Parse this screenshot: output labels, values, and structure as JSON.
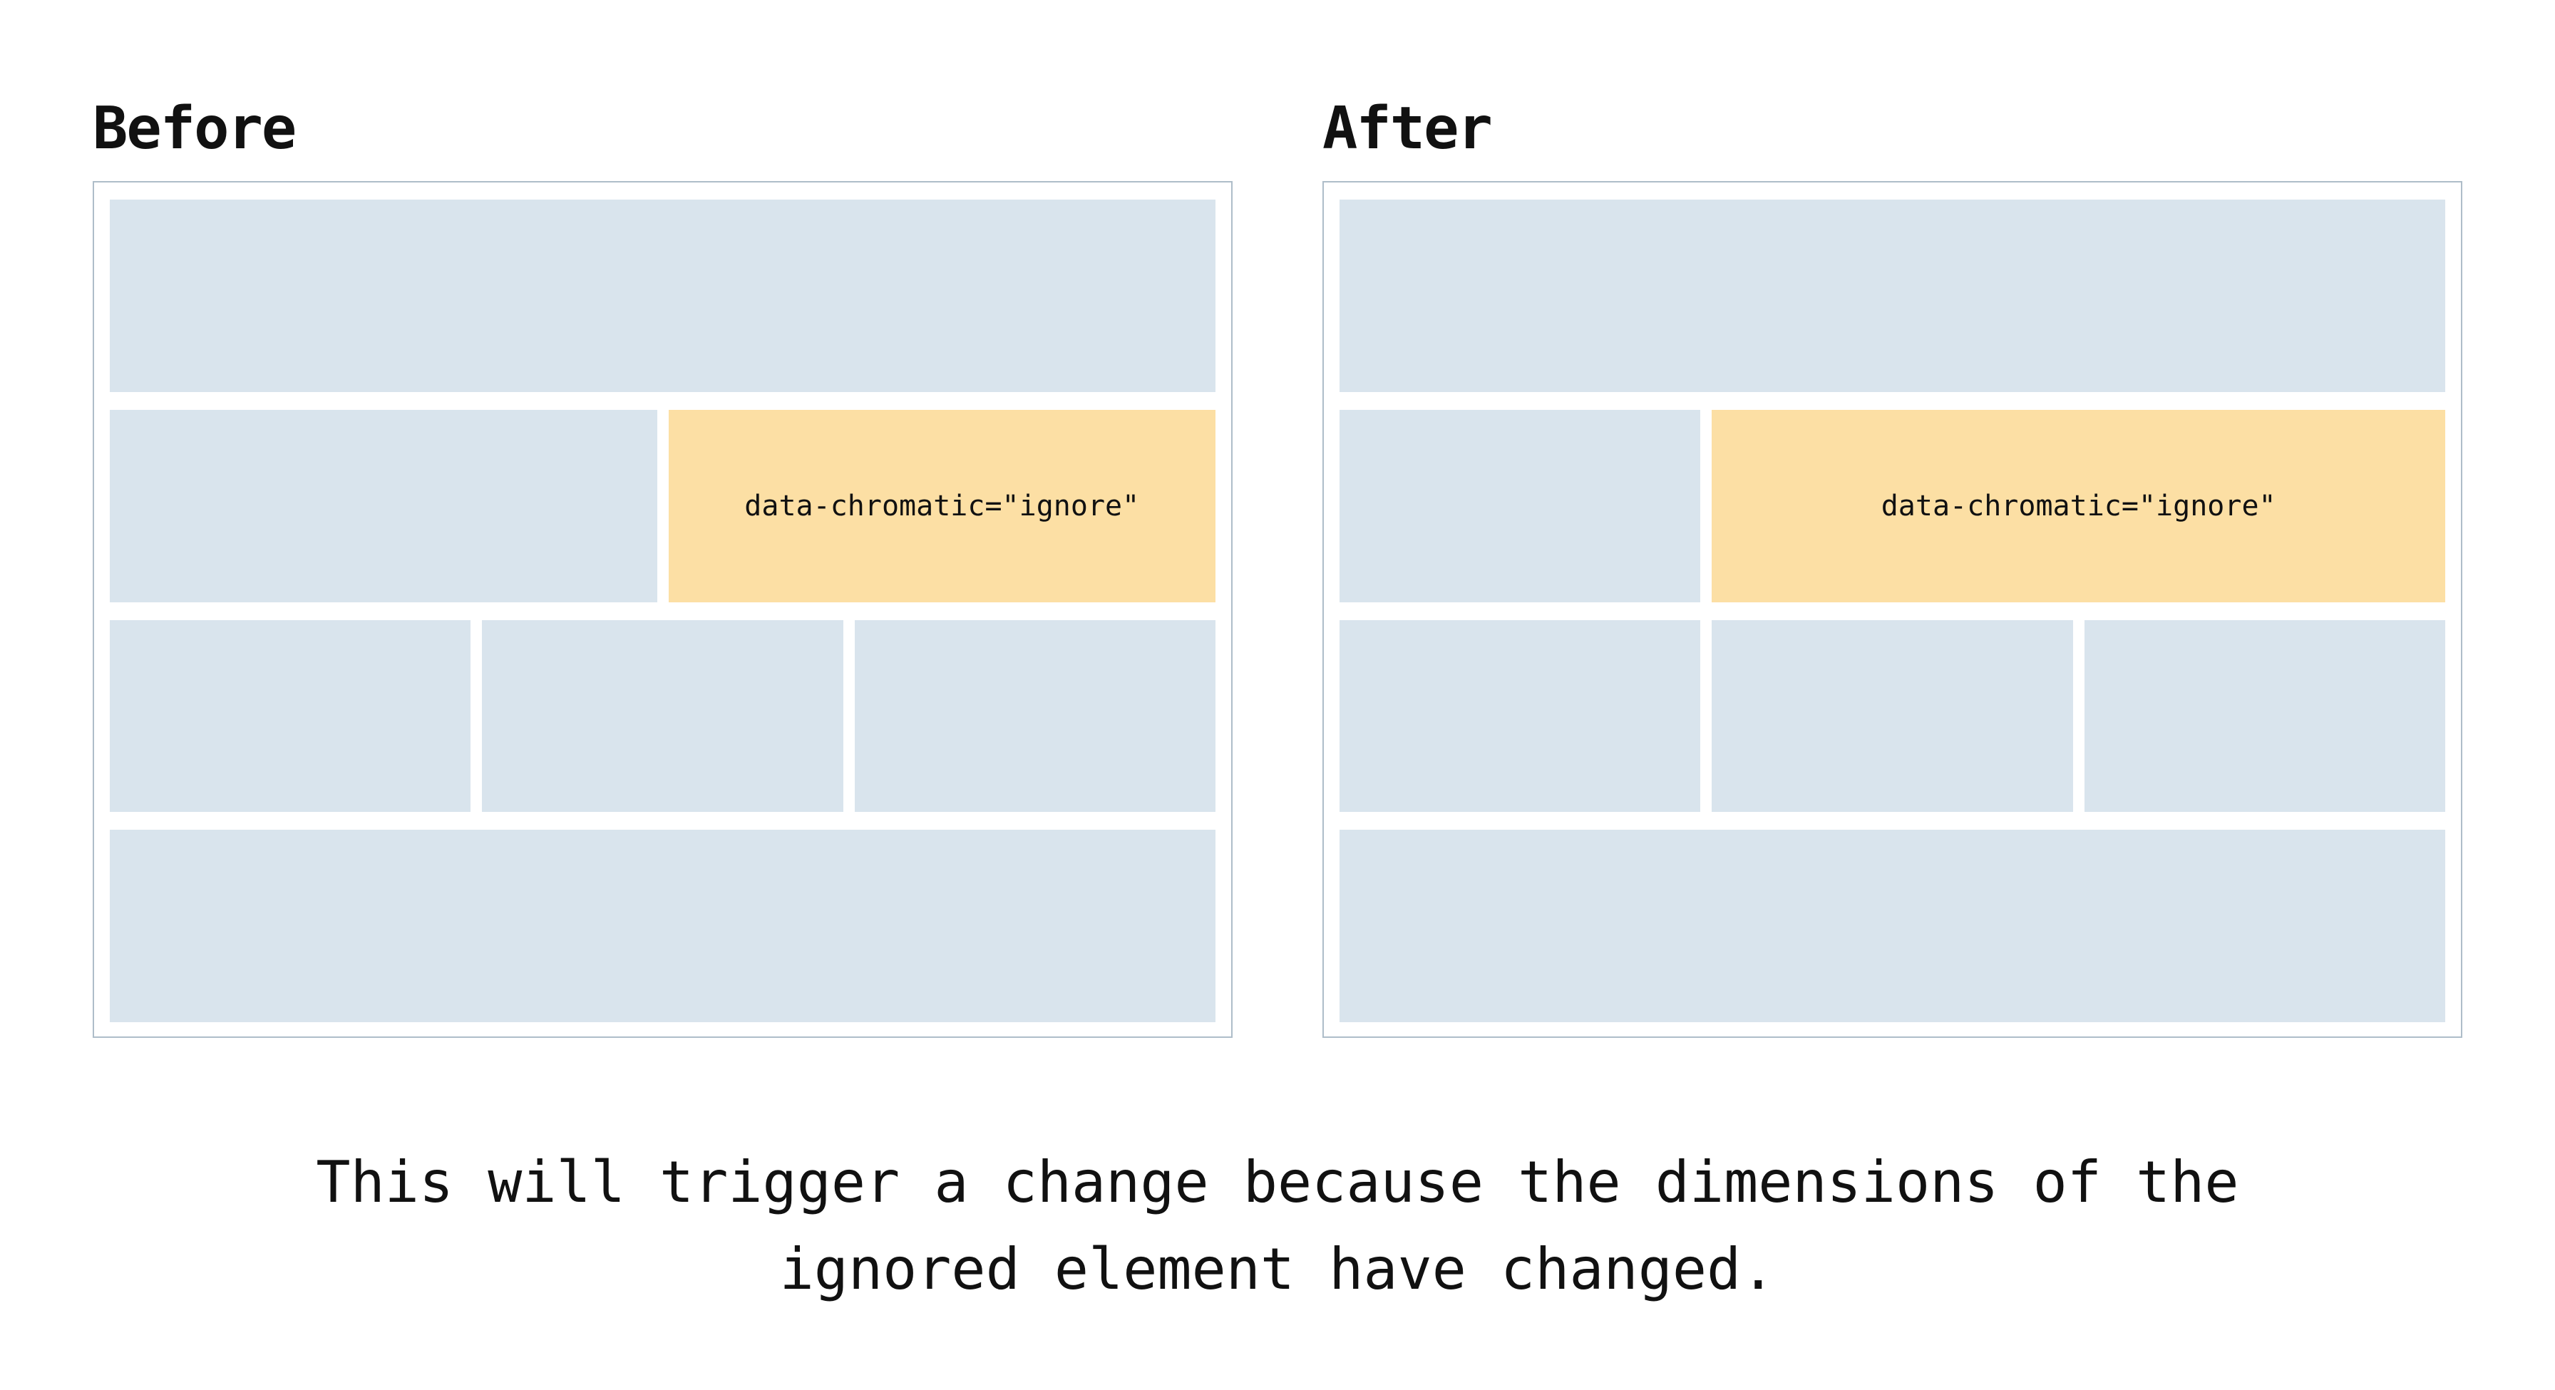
{
  "colors": {
    "background": "#ffffff",
    "panel_border": "#aebdc9",
    "wireframe_block_blue": "#d9e4ed",
    "ignored_block_orange": "#fcdfa4",
    "text": "#111111"
  },
  "ignore_label": "data-chromatic=\"ignore\"",
  "panels": [
    {
      "title": "Before",
      "rows": [
        [
          {
            "type": "blue",
            "width": "full"
          }
        ],
        [
          {
            "type": "blue",
            "width": "half"
          },
          {
            "type": "ignore",
            "width": "grow"
          }
        ],
        [
          {
            "type": "blue",
            "width": "third"
          },
          {
            "type": "blue",
            "width": "third"
          },
          {
            "type": "blue",
            "width": "third"
          }
        ],
        [
          {
            "type": "blue",
            "width": "full"
          }
        ]
      ]
    },
    {
      "title": "After",
      "rows": [
        [
          {
            "type": "blue",
            "width": "full"
          }
        ],
        [
          {
            "type": "blue",
            "width": "third"
          },
          {
            "type": "ignore",
            "width": "grow"
          }
        ],
        [
          {
            "type": "blue",
            "width": "third"
          },
          {
            "type": "blue",
            "width": "third"
          },
          {
            "type": "blue",
            "width": "third"
          }
        ],
        [
          {
            "type": "blue",
            "width": "full"
          }
        ]
      ]
    }
  ],
  "caption": {
    "line1": "This will trigger a change because the dimensions of the",
    "line2": "ignored element have changed."
  }
}
